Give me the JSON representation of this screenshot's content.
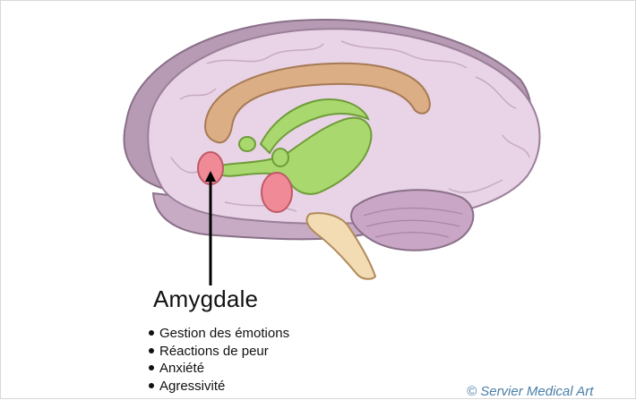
{
  "diagram": {
    "title": "Amygdale",
    "functions": [
      "Gestion des émotions",
      "Réactions de peur",
      "Anxiété",
      "Agressivité"
    ],
    "credit": "© Servier Medical Art"
  },
  "colors": {
    "cortex": "#e8d4e6",
    "cortex_outline": "#9b7f99",
    "brain_back": "#b79bb4",
    "corpus_callosum": "#dcae85",
    "limbic_green": "#a9d86e",
    "amygdala": "#f08a97",
    "cerebellum": "#c9a6c6",
    "brainstem": "#f3dcb4",
    "credit_text": "#4a7fa8"
  }
}
